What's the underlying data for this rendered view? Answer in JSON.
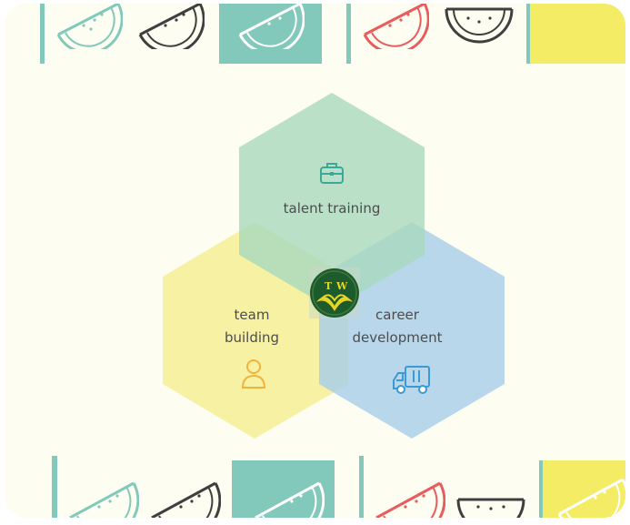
{
  "diagram": {
    "nodes": [
      {
        "id": "talent",
        "lines": [
          "talent training"
        ],
        "icon": "briefcase-icon",
        "fill": "#a9d8be",
        "icon_color": "#3aa99a"
      },
      {
        "id": "team",
        "lines": [
          "team",
          "building"
        ],
        "icon": "person-icon",
        "fill": "#f5ef9a",
        "icon_color": "#f3b33b"
      },
      {
        "id": "career",
        "lines": [
          "career",
          "development"
        ],
        "icon": "truck-icon",
        "fill": "#a6cdea",
        "icon_color": "#3a9ad6"
      }
    ],
    "center_logo": {
      "letters": [
        "T",
        "W"
      ],
      "icon": "logo-badge-icon",
      "bg": "#1d5a2c",
      "accent": "#e7d526"
    }
  },
  "decor": {
    "pattern": "watermelon-slice-icon",
    "colors": {
      "teal": "#82c9bb",
      "dark": "#3f3f3f",
      "red": "#e85c5c",
      "yellow": "#f4ec64"
    }
  }
}
